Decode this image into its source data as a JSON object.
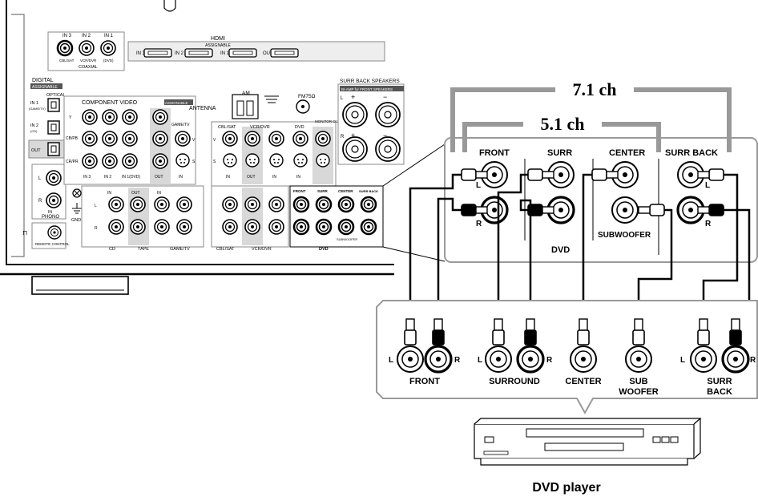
{
  "receiver": {
    "hdmi_title": "HDMI",
    "hdmi_assignable": "ASSIGNABLE",
    "hdmi_inputs": [
      "IN 3",
      "IN 2",
      "IN 1",
      "OUT"
    ],
    "coaxial_inputs": [
      "IN 3",
      "IN 2",
      "IN 1"
    ],
    "coaxial_sublabels": [
      "CBL/SAT",
      "VCR/DVR",
      "(DVD)"
    ],
    "coaxial_label": "COAXIAL",
    "digital_label": "DIGITAL",
    "digital_assignable": "ASSIGNABLE",
    "optical_label": "OPTICAL",
    "optical_inputs": [
      "IN 1",
      "IN 2",
      "OUT"
    ],
    "optical_sublabels": [
      "(GAME/TV)",
      "(CD)"
    ],
    "component_title": "COMPONENT VIDEO",
    "component_assignable": "ASSIGNABLE",
    "component_rows": [
      "Y",
      "CB/PB",
      "CR/PR"
    ],
    "component_inputs": [
      "IN 3",
      "IN 2",
      "IN 1(DVD)",
      "OUT"
    ],
    "game_tv": "GAME/TV",
    "antenna": "ANTENNA",
    "am": "AM",
    "fm": "FM75Ω",
    "surr_back_speakers": "SURR BACK SPEAKERS",
    "bi_amp": "BI-AMP for FRONT SPEAKERS",
    "video_groups": [
      "CBL/SAT",
      "VCR/DVR",
      "DVD",
      "MONITOR OUT"
    ],
    "audio_labels": [
      "CD",
      "TAPE",
      "GAME/TV",
      "CBL/SAT",
      "VCR/DVR",
      "DVD"
    ],
    "tape_labels": [
      "IN",
      "OUT",
      "IN"
    ],
    "phono": "PHONO",
    "gnd": "GND",
    "remote_control": "REMOTE CONTROL",
    "multi_labels": [
      "FRONT",
      "SURR",
      "CENTER",
      "SURR BACK",
      "SUBWOOFER"
    ],
    "in_label": "IN",
    "out_label": "OUT",
    "lr": [
      "L",
      "R"
    ],
    "vs": [
      "V",
      "S"
    ]
  },
  "diagram": {
    "label_71": "7.1 ch",
    "label_51": "5.1 ch",
    "zoom_titles": [
      "FRONT",
      "SURR",
      "CENTER",
      "SURR BACK"
    ],
    "subwoofer": "SUBWOOFER",
    "dvd": "DVD",
    "l": "L",
    "r": "R"
  },
  "player": {
    "outputs": [
      "FRONT",
      "SURROUND",
      "CENTER",
      "SUB",
      "WOOFER",
      "SURR",
      "BACK"
    ],
    "l": "L",
    "r": "R",
    "caption": "DVD player"
  }
}
